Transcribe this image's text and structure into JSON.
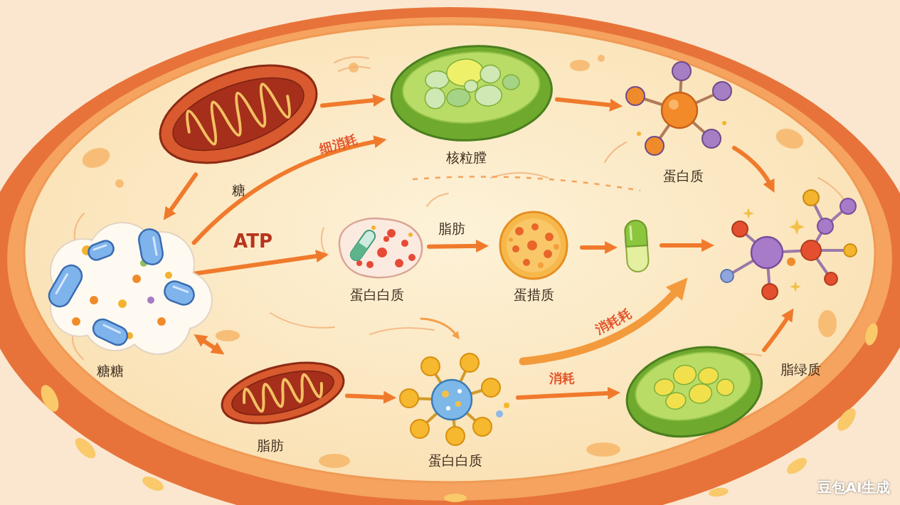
{
  "diagram": {
    "nodes": [
      {
        "text": [
          "糖"
        ]
      },
      {
        "text": [
          "核粒膛"
        ]
      },
      {
        "text": [
          "蛋白质"
        ]
      },
      {
        "text": [
          "糖糖"
        ]
      },
      {
        "text": [
          "蛋白白质"
        ]
      },
      {
        "text": [
          "蛋措质"
        ]
      },
      {
        "text": [
          "脂肪"
        ]
      },
      {
        "text": [
          "蛋白白质"
        ]
      },
      {
        "text": [
          "脂绿质"
        ]
      }
    ],
    "edges": [
      {
        "from": 0,
        "to": 1,
        "arrow": "to"
      },
      {
        "from": 1,
        "to": 2,
        "arrow": "to"
      },
      {
        "from": 0,
        "to": 3,
        "arrow": "to"
      },
      {
        "from": 3,
        "to": 1,
        "label": "细消耗",
        "arrow": "to"
      },
      {
        "from": 3,
        "to": 4,
        "label": "ATP",
        "arrow": "to"
      },
      {
        "from": 4,
        "to": 5,
        "label": "脂肪",
        "arrow": "to"
      },
      {
        "from": 3,
        "to": 6,
        "arrow": "both"
      },
      {
        "from": 6,
        "to": 7,
        "arrow": "to"
      },
      {
        "from": 7,
        "to": 8,
        "label": "消耗",
        "arrow": "to"
      }
    ],
    "labels": [
      "消耗耗",
      "豆包AI生成"
    ]
  }
}
